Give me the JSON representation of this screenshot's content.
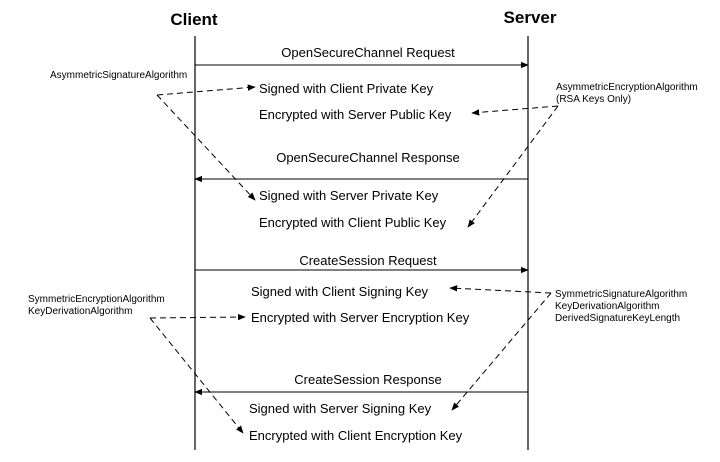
{
  "participants": {
    "client": "Client",
    "server": "Server"
  },
  "messages": {
    "open_request": "OpenSecureChannel Request",
    "open_request_sig": "Signed with Client Private Key",
    "open_request_enc": "Encrypted with Server Public Key",
    "open_response": "OpenSecureChannel Response",
    "open_response_sig": "Signed with Server Private Key",
    "open_response_enc": "Encrypted with Client Public Key",
    "session_request": "CreateSession Request",
    "session_request_sig": "Signed with Client Signing Key",
    "session_request_enc": "Encrypted with Server Encryption Key",
    "session_response": "CreateSession Response",
    "session_response_sig": "Signed with Server Signing Key",
    "session_response_enc": "Encrypted with Client Encryption Key"
  },
  "notes": {
    "asym_sig": "AsymmetricSignatureAlgorithm",
    "asym_enc_1": "AsymmetricEncryptionAlgorithm",
    "asym_enc_2": "(RSA Keys Only)",
    "sym_enc_1": "SymmetricEncryptionAlgorithm",
    "sym_enc_2": "KeyDerivationAlgorithm",
    "sym_sig_1": "SymmetricSignatureAlgorithm",
    "sym_sig_2": "KeyDerivationAlgorithm",
    "sym_sig_3": "DerivedSignatureKeyLength"
  }
}
